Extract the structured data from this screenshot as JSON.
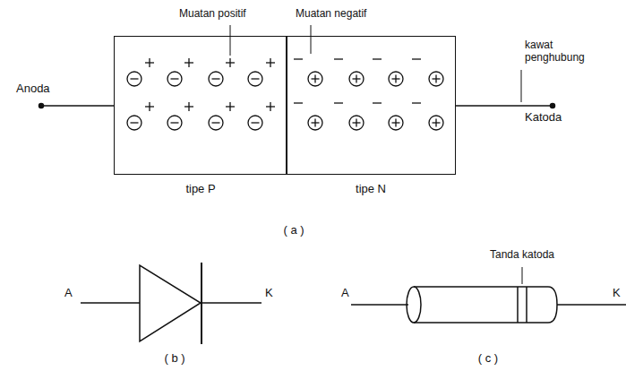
{
  "diagram": {
    "nodes": [
      {
        "text": [
          "tipe P"
        ]
      },
      {
        "text": [
          "tipe N"
        ]
      }
    ],
    "labels": [
      "Muatan positif",
      "Muatan negatif",
      "kawat penghubung",
      "Anoda",
      "Katoda",
      "( a )",
      "A",
      "K",
      "( b )",
      "A",
      "K",
      "Tanda katoda",
      "( c )"
    ]
  }
}
